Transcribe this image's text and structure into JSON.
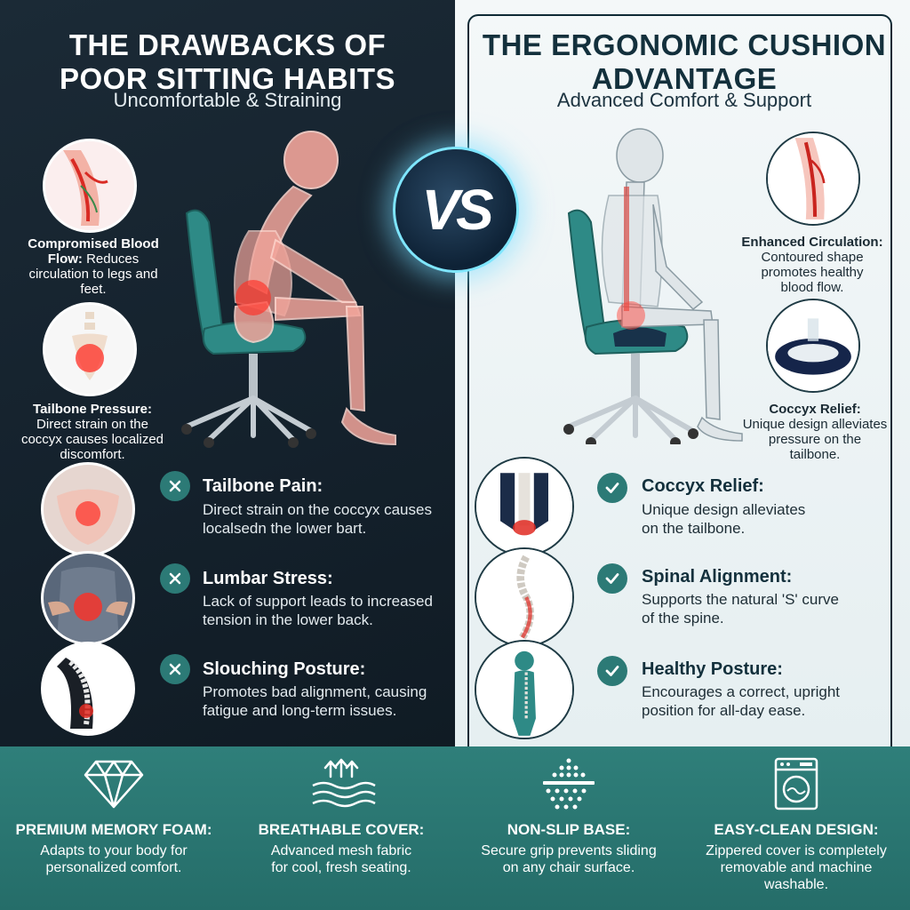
{
  "left": {
    "title_line1": "THE DRAWBACKS OF",
    "title_line2": "POOR SITTING HABITS",
    "subtitle": "Uncomfortable & Straining",
    "callouts": [
      {
        "title": "Compromised Blood Flow:",
        "text": "Reduces circulation to legs and feet."
      },
      {
        "title": "Tailbone Pressure:",
        "text": "Direct strain on the coccyx causes localized discomfort."
      }
    ],
    "items": [
      {
        "title": "Tailbone Pain:",
        "line1": "Direct strain on the coccyx causes",
        "line2": "localsedn the lower bart."
      },
      {
        "title": "Lumbar Stress:",
        "line1": "Lack of support leads to increased",
        "line2": "tension in the lower back."
      },
      {
        "title": "Slouching Posture:",
        "line1": "Promotes bad alignment, causing",
        "line2": "fatigue and long-term issues."
      }
    ]
  },
  "vs": "VS",
  "right": {
    "title_line1": "THE ERGONOMIC CUSHION",
    "title_line2": "ADVANTAGE",
    "subtitle": "Advanced Comfort & Support",
    "callouts": [
      {
        "title": "Enhanced Circulation:",
        "line1": "Contoured shape",
        "line2": "promotes healthy",
        "line3": "blood flow."
      },
      {
        "title": "Coccyx Relief:",
        "line1": "Unique design alleviates",
        "line2": "pressure on the",
        "line3": "tailbone."
      }
    ],
    "items": [
      {
        "title": "Coccyx Relief:",
        "line1": "Unique design alleviates",
        "line2": "on the tailbone."
      },
      {
        "title": "Spinal Alignment:",
        "line1": "Supports the natural 'S' curve",
        "line2": "of the spine."
      },
      {
        "title": "Healthy Posture:",
        "line1": "Encourages a correct, upright",
        "line2": "position for all-day ease."
      }
    ]
  },
  "features": [
    {
      "icon": "diamond-icon",
      "title": "PREMIUM MEMORY FOAM:",
      "line1": "Adapts to your body for",
      "line2": "personalized comfort.",
      "line3": ""
    },
    {
      "icon": "airflow-icon",
      "title": "BREATHABLE COVER:",
      "line1": "Advanced mesh fabric",
      "line2": "for cool, fresh seating.",
      "line3": ""
    },
    {
      "icon": "grip-dots-icon",
      "title": "NON-SLIP BASE:",
      "line1": "Secure grip prevents sliding",
      "line2": "on any chair surface.",
      "line3": ""
    },
    {
      "icon": "washing-machine-icon",
      "title": "EASY-CLEAN DESIGN:",
      "line1": "Zippered cover is completely",
      "line2": "removable and machine",
      "line3": "washable."
    }
  ],
  "colors": {
    "dark_panel": "#14212c",
    "teal": "#2c7a76",
    "pain_red": "#e0322c",
    "light_panel": "#eef4f5"
  }
}
